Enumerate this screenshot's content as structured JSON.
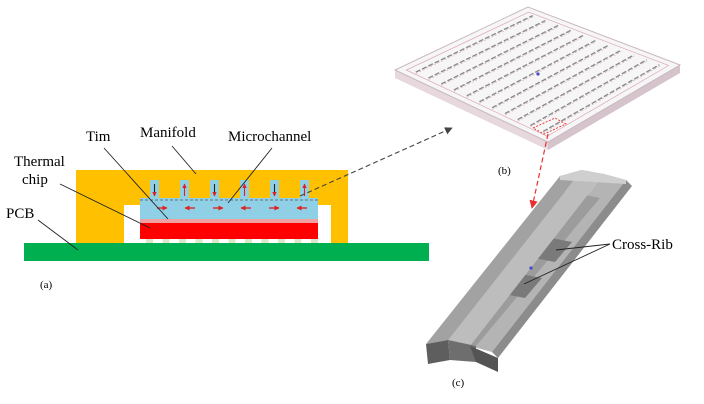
{
  "labels": {
    "tim": "Tim",
    "manifold": "Manifold",
    "microchannel": "Microchannel",
    "thermal_line1": "Thermal",
    "thermal_line2": "chip",
    "pcb": "PCB",
    "cross_rib": "Cross-Rib"
  },
  "panels": {
    "a": "(a)",
    "b": "(b)",
    "c": "(c)"
  },
  "colors": {
    "pcb": "#00b050",
    "manifold": "#ffc000",
    "chip": "#ff0000",
    "coolant": "#8fd0e6",
    "arrow_red": "#e02020",
    "arrow_dash": "#444444",
    "arrow_red_dash": "#e83030",
    "plate_top": "#f6f6f6",
    "plate_edge": "#d9c9d0",
    "rib_top": "#a8a8a8",
    "rib_front": "#6c6c6c",
    "rib_side": "#8a8a8a"
  }
}
